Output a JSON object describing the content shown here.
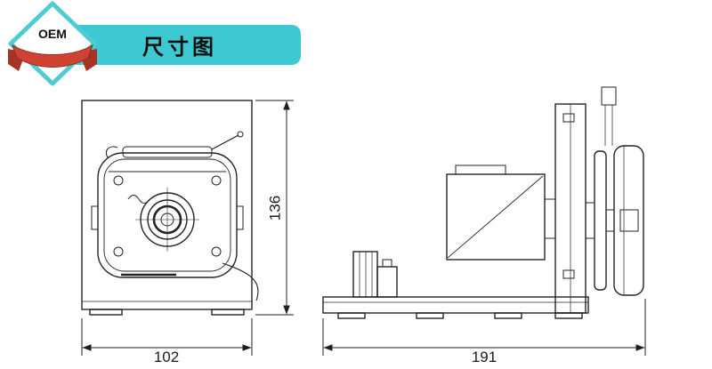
{
  "badge": {
    "label": "OEM"
  },
  "header": {
    "title": "尺寸图"
  },
  "drawing": {
    "dimensions": {
      "front_width_mm": "102",
      "front_height_mm": "136",
      "side_depth_mm": "191"
    }
  },
  "colors": {
    "header_bg": "#3EC9D2",
    "badge_border": "#4FCBD4",
    "ribbon_red": "#C9402F",
    "line": "#1F1F1F"
  }
}
